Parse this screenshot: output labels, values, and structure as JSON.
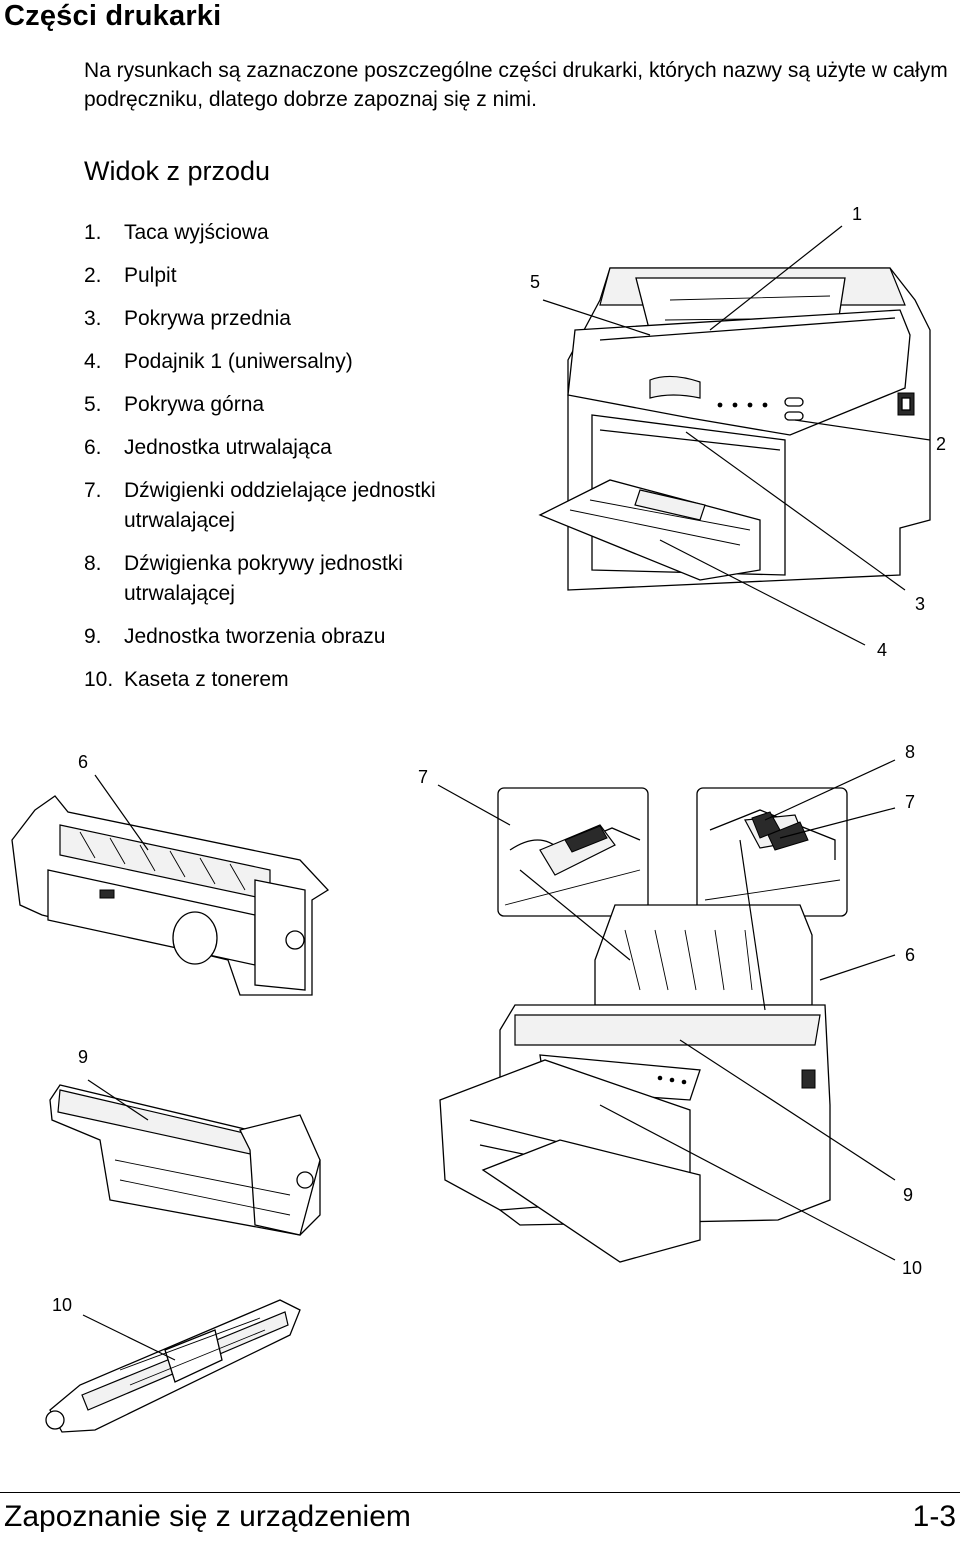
{
  "title": "Części drukarki",
  "intro": "Na rysunkach są zaznaczone poszczególne części drukarki, których nazwy są użyte w całym podręczniku, dlatego dobrze zapoznaj się z nimi.",
  "subhead": "Widok z przodu",
  "parts": [
    {
      "num": "1.",
      "label": "Taca wyjściowa"
    },
    {
      "num": "2.",
      "label": "Pulpit"
    },
    {
      "num": "3.",
      "label": "Pokrywa przednia"
    },
    {
      "num": "4.",
      "label": "Podajnik 1 (uniwersalny)"
    },
    {
      "num": "5.",
      "label": "Pokrywa górna"
    },
    {
      "num": "6.",
      "label": "Jednostka utrwalająca"
    },
    {
      "num": "7.",
      "label": "Dźwigienki oddzielające jednostki utrwalającej"
    },
    {
      "num": "8.",
      "label": "Dźwigienka pokrywy jednostki utrwalającej"
    },
    {
      "num": "9.",
      "label": "Jednostka tworzenia obrazu"
    },
    {
      "num": "10.",
      "label": "Kaseta z tonerem"
    }
  ],
  "callouts": {
    "c1": "1",
    "c2": "2",
    "c3": "3",
    "c4": "4",
    "c5": "5",
    "c6a": "6",
    "c7a": "7",
    "c8": "8",
    "c7b": "7",
    "c6b": "6",
    "c9a": "9",
    "c9b": "9",
    "c10a": "10",
    "c10b": "10"
  },
  "footer": {
    "section": "Zapoznanie się z urządzeniem",
    "page": "1-3"
  }
}
